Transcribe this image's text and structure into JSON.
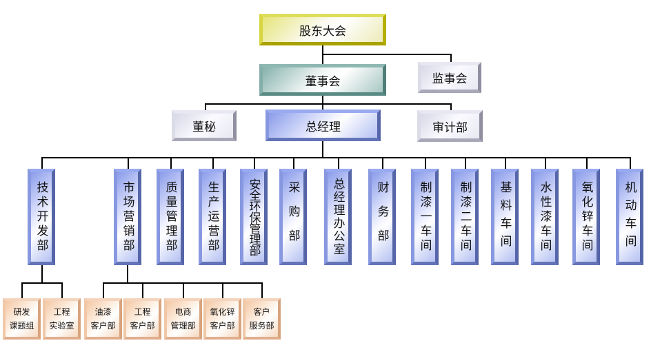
{
  "top": {
    "shareholders": "股东大会",
    "board": "董事会",
    "supervisors": "监事会",
    "board_secretary": "董秘",
    "general_manager": "总经理",
    "audit": "审计部"
  },
  "departments": [
    "技术开发部",
    "市场营销部",
    "质量管理部",
    "生产运营部",
    "安全环保管理部",
    "采购部",
    "总经理办公室",
    "财务部",
    "制漆一车间",
    "制漆二车间",
    "基料车间",
    "水性漆车间",
    "氧化锌车间",
    "机动车间"
  ],
  "sub_units": [
    [
      "研发",
      "课题组"
    ],
    [
      "工程",
      "实验室"
    ],
    [
      "油漆",
      "客户部"
    ],
    [
      "工程",
      "客户部"
    ],
    [
      "电商",
      "管理部"
    ],
    [
      "氧化锌",
      "客户部"
    ],
    [
      "客户",
      "服务部"
    ]
  ],
  "colors": {
    "shareholders": "#c8c400",
    "board": "#5f8e88",
    "staff": "#b0b0c4",
    "management": "#7888d8",
    "sub_units": "#eab490"
  }
}
